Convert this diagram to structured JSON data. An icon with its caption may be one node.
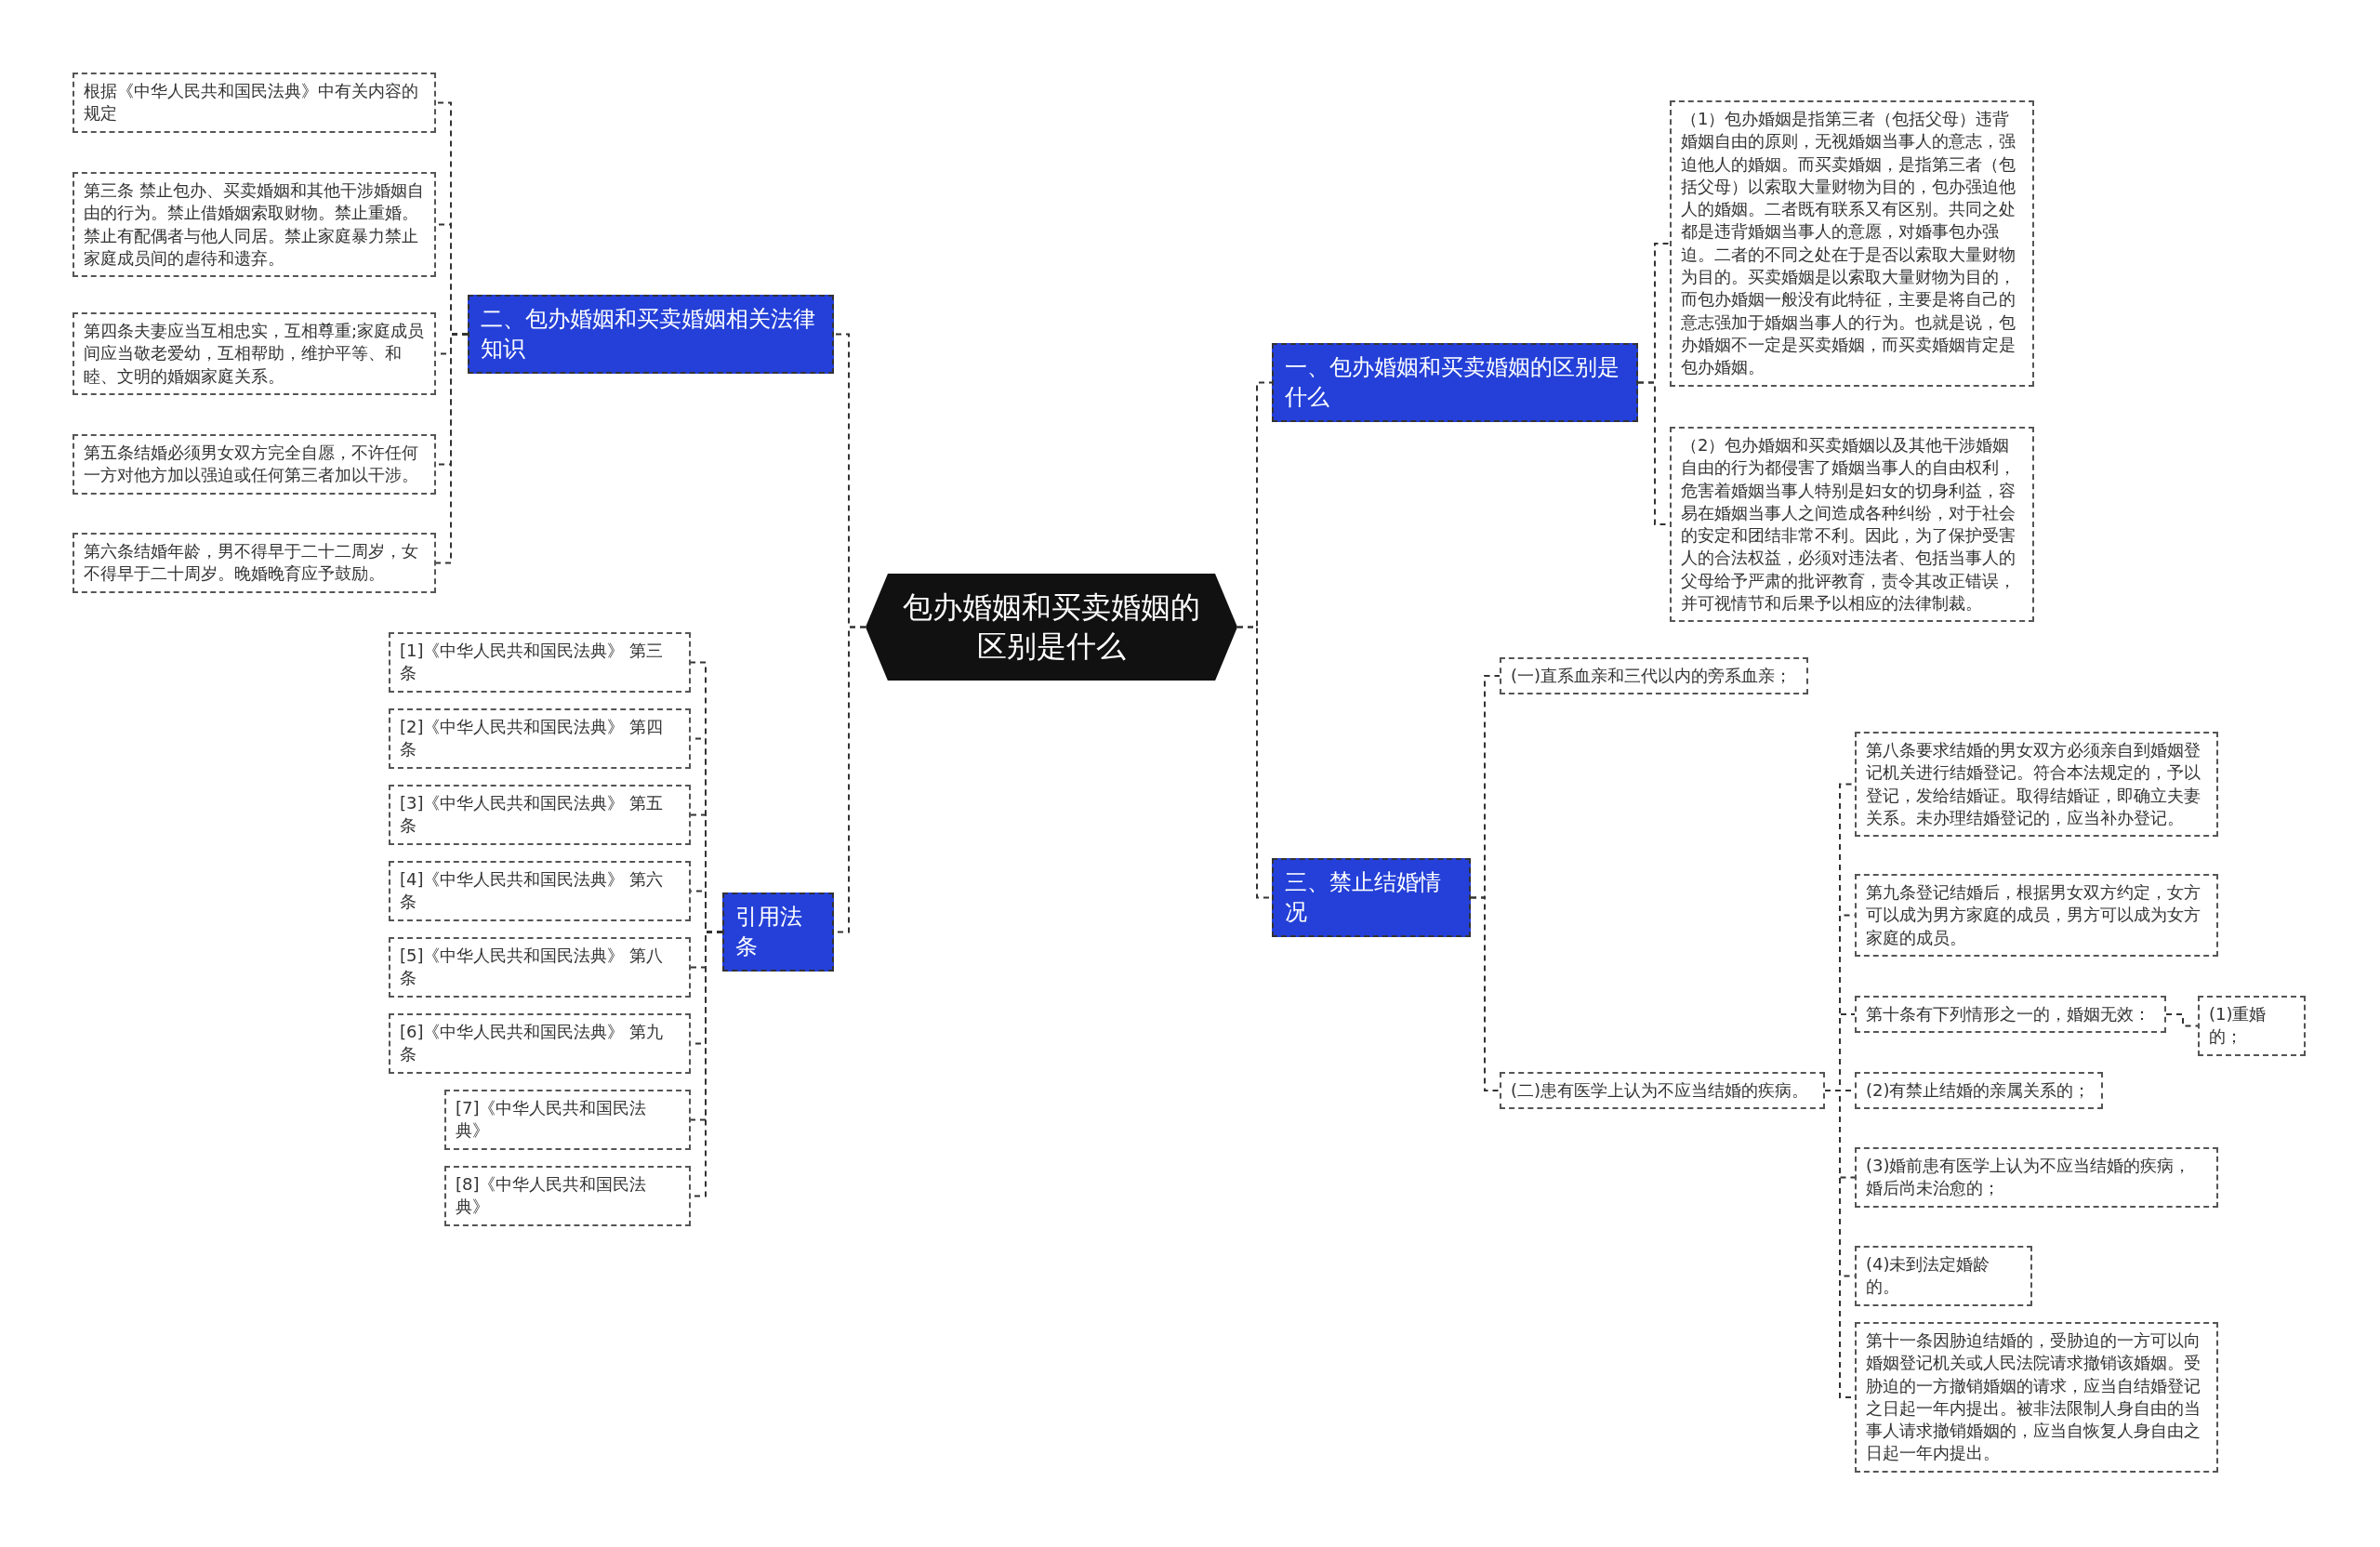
{
  "diagram": {
    "nodes": [
      {
        "text": [
          "包办婚姻和买卖婚姻的区别是什么"
        ]
      },
      {
        "text": [
          "一、包办婚姻和买卖婚姻的区别是什么"
        ]
      },
      {
        "text": [
          "（1）包办婚姻是指第三者（包括父母）违背婚姻自由的原则，无视婚姻当事人的意志，强迫他人的婚姻。而买卖婚姻，是指第三者（包括父母）以索取大量财物为目的，包办强迫他人的婚姻。二者既有联系又有区别。共同之处都是违背婚姻当事人的意愿，对婚事包办强迫。二者的不同之处在于是否以索取大量财物为目的。买卖婚姻是以索取大量财物为目的，而包办婚姻一般没有此特征，主要是将自己的意志强加于婚姻当事人的行为。也就是说，包办婚姻不一定是买卖婚姻，而买卖婚姻肯定是包办婚姻。"
        ]
      },
      {
        "text": [
          "（2）包办婚姻和买卖婚姻以及其他干涉婚姻自由的行为都侵害了婚姻当事人的自由权利，危害着婚姻当事人特别是妇女的切身利益，容易在婚姻当事人之间造成各种纠纷，对于社会的安定和团结非常不利。因此，为了保护受害人的合法权益，必须对违法者、包括当事人的父母给予严肃的批评教育，责令其改正错误，并可视情节和后果予以相应的法律制裁。"
        ]
      },
      {
        "text": [
          "二、包办婚姻和买卖婚姻相关法律知识"
        ]
      },
      {
        "text": [
          "根据《中华人民共和国民法典》中有关内容的规定"
        ]
      },
      {
        "text": [
          "第三条  禁止包办、买卖婚姻和其他干涉婚姻自由的行为。禁止借婚姻索取财物。禁止重婚。禁止有配偶者与他人同居。禁止家庭暴力禁止家庭成员间的虐待和遗弃。"
        ]
      },
      {
        "text": [
          "第四条夫妻应当互相忠实，互相尊重;家庭成员间应当敬老爱幼，互相帮助，维护平等、和睦、文明的婚姻家庭关系。"
        ]
      },
      {
        "text": [
          "第五条结婚必须男女双方完全自愿，不许任何一方对他方加以强迫或任何第三者加以干涉。"
        ]
      },
      {
        "text": [
          "第六条结婚年龄，男不得早于二十二周岁，女不得早于二十周岁。晚婚晚育应予鼓励。"
        ]
      },
      {
        "text": [
          "引用法条"
        ]
      },
      {
        "text": [
          "[1]《中华人民共和国民法典》 第三条"
        ]
      },
      {
        "text": [
          "[2]《中华人民共和国民法典》 第四条"
        ]
      },
      {
        "text": [
          "[3]《中华人民共和国民法典》 第五条"
        ]
      },
      {
        "text": [
          "[4]《中华人民共和国民法典》 第六条"
        ]
      },
      {
        "text": [
          "[5]《中华人民共和国民法典》 第八条"
        ]
      },
      {
        "text": [
          "[6]《中华人民共和国民法典》 第九条"
        ]
      },
      {
        "text": [
          "[7]《中华人民共和国民法典》"
        ]
      },
      {
        "text": [
          "[8]《中华人民共和国民法典》"
        ]
      },
      {
        "text": [
          "三、禁止结婚情况"
        ]
      },
      {
        "text": [
          "(一)直系血亲和三代以内的旁系血亲；"
        ]
      },
      {
        "text": [
          "(二)患有医学上认为不应当结婚的疾病。"
        ]
      },
      {
        "text": [
          "第八条要求结婚的男女双方必须亲自到婚姻登记机关进行结婚登记。符合本法规定的，予以登记，发给结婚证。取得结婚证，即确立夫妻关系。未办理结婚登记的，应当补办登记。"
        ]
      },
      {
        "text": [
          "第九条登记结婚后，根据男女双方约定，女方可以成为男方家庭的成员，男方可以成为女方家庭的成员。"
        ]
      },
      {
        "text": [
          "第十条有下列情形之一的，婚姻无效："
        ]
      },
      {
        "text": [
          "(1)重婚的；"
        ]
      },
      {
        "text": [
          "(2)有禁止结婚的亲属关系的；"
        ]
      },
      {
        "text": [
          "(3)婚前患有医学上认为不应当结婚的疾病，婚后尚未治愈的；"
        ]
      },
      {
        "text": [
          "(4)未到法定婚龄的。"
        ]
      },
      {
        "text": [
          "第十一条因胁迫结婚的，受胁迫的一方可以向婚姻登记机关或人民法院请求撤销该婚姻。受胁迫的一方撤销婚姻的请求，应当自结婚登记之日起一年内提出。被非法限制人身自由的当事人请求撤销婚姻的，应当自恢复人身自由之日起一年内提出。"
        ]
      }
    ],
    "edges": [
      {
        "from": 0,
        "to": 1,
        "arrow": "none"
      },
      {
        "from": 1,
        "to": 2,
        "arrow": "none"
      },
      {
        "from": 1,
        "to": 3,
        "arrow": "none"
      },
      {
        "from": 0,
        "to": 4,
        "arrow": "none"
      },
      {
        "from": 4,
        "to": 5,
        "arrow": "none"
      },
      {
        "from": 4,
        "to": 6,
        "arrow": "none"
      },
      {
        "from": 4,
        "to": 7,
        "arrow": "none"
      },
      {
        "from": 4,
        "to": 8,
        "arrow": "none"
      },
      {
        "from": 4,
        "to": 9,
        "arrow": "none"
      },
      {
        "from": 0,
        "to": 10,
        "arrow": "none"
      },
      {
        "from": 10,
        "to": 11,
        "arrow": "none"
      },
      {
        "from": 10,
        "to": 12,
        "arrow": "none"
      },
      {
        "from": 10,
        "to": 13,
        "arrow": "none"
      },
      {
        "from": 10,
        "to": 14,
        "arrow": "none"
      },
      {
        "from": 10,
        "to": 15,
        "arrow": "none"
      },
      {
        "from": 10,
        "to": 16,
        "arrow": "none"
      },
      {
        "from": 10,
        "to": 17,
        "arrow": "none"
      },
      {
        "from": 10,
        "to": 18,
        "arrow": "none"
      },
      {
        "from": 0,
        "to": 19,
        "arrow": "none"
      },
      {
        "from": 19,
        "to": 20,
        "arrow": "none"
      },
      {
        "from": 19,
        "to": 21,
        "arrow": "none"
      },
      {
        "from": 21,
        "to": 22,
        "arrow": "none"
      },
      {
        "from": 21,
        "to": 23,
        "arrow": "none"
      },
      {
        "from": 21,
        "to": 24,
        "arrow": "none"
      },
      {
        "from": 24,
        "to": 25,
        "arrow": "none"
      },
      {
        "from": 21,
        "to": 26,
        "arrow": "none"
      },
      {
        "from": 21,
        "to": 27,
        "arrow": "none"
      },
      {
        "from": 21,
        "to": 28,
        "arrow": "none"
      },
      {
        "from": 21,
        "to": 29,
        "arrow": "none"
      }
    ]
  }
}
